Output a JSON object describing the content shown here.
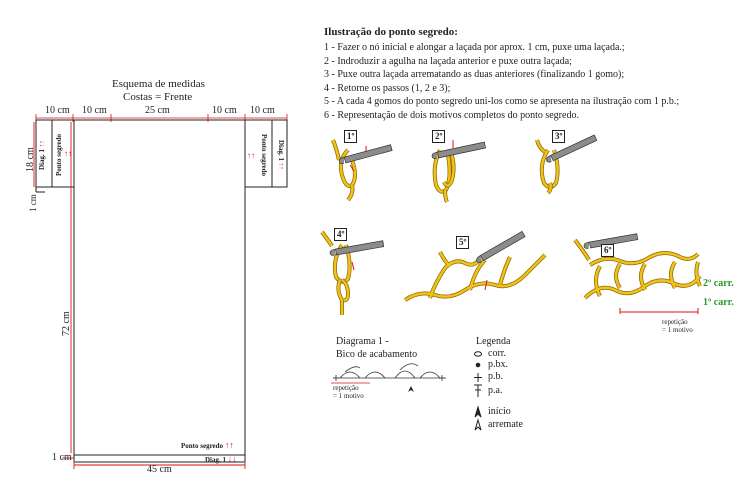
{
  "schema": {
    "title": "Esquema de medidas",
    "subtitle": "Costas = Frente",
    "top_dims": [
      "10 cm",
      "10 cm",
      "25 cm",
      "10 cm",
      "10 cm"
    ],
    "left_18": "18 cm",
    "left_1a": "1 cm",
    "left_72": "72 cm",
    "left_1b": "1 cm",
    "bottom": "45 cm",
    "diag_left": "Diag. 1",
    "ponto_left": "Ponto segredo",
    "diag_right": "Diag. 1",
    "ponto_right": "Ponto segredo",
    "bottom_ponto": "Ponto segredo",
    "bottom_diag": "Diag. 1",
    "arrows_up": "↑↑",
    "arrows_down": "↓↓"
  },
  "illustration": {
    "title": "Ilustração do ponto segredo:",
    "steps": [
      "1 - Fazer o nó inicial e alongar a laçada por aprox. 1 cm, puxe uma laçada.;",
      "2 - Indroduzir a agulha na laçada anterior e puxe outra laçada;",
      "3 - Puxe outra laçada arrematando as duas anteriores (finalizando 1 gomo);",
      "4 - Retorne os passos (1, 2 e 3);",
      "5 - A cada 4 gomos do ponto segredo uni-los como se apresenta na ilustração com 1 p.b.;",
      "6 - Representação de dois motivos completos do ponto segredo."
    ],
    "step_labels": [
      "1º",
      "2º",
      "3º",
      "4º",
      "5º",
      "6º"
    ],
    "carr2": "2º carr.",
    "carr1": "1º carr.",
    "repeat_right": "repetição\n= 1 motivo"
  },
  "diagram": {
    "title_line1": "Diagrama 1 -",
    "title_line2": "Bico de acabamento",
    "repeat": "repetição\n= 1 motivo"
  },
  "legend": {
    "title": "Legenda",
    "items": [
      {
        "icon": "oval-icon",
        "label": "corr."
      },
      {
        "icon": "dot-icon",
        "label": "p.bx."
      },
      {
        "icon": "plus-icon",
        "label": "p.b."
      },
      {
        "icon": "t-icon",
        "label": "p.a."
      },
      {
        "icon": "filled-arrow-icon",
        "label": "início"
      },
      {
        "icon": "outline-arrow-icon",
        "label": "arremate"
      }
    ]
  },
  "colors": {
    "yarn": "#f2c21a",
    "yarn_stroke": "#8a6a00",
    "hook": "#8c8c8c",
    "accent": "#d11a1a",
    "green": "#2a9a2a"
  }
}
